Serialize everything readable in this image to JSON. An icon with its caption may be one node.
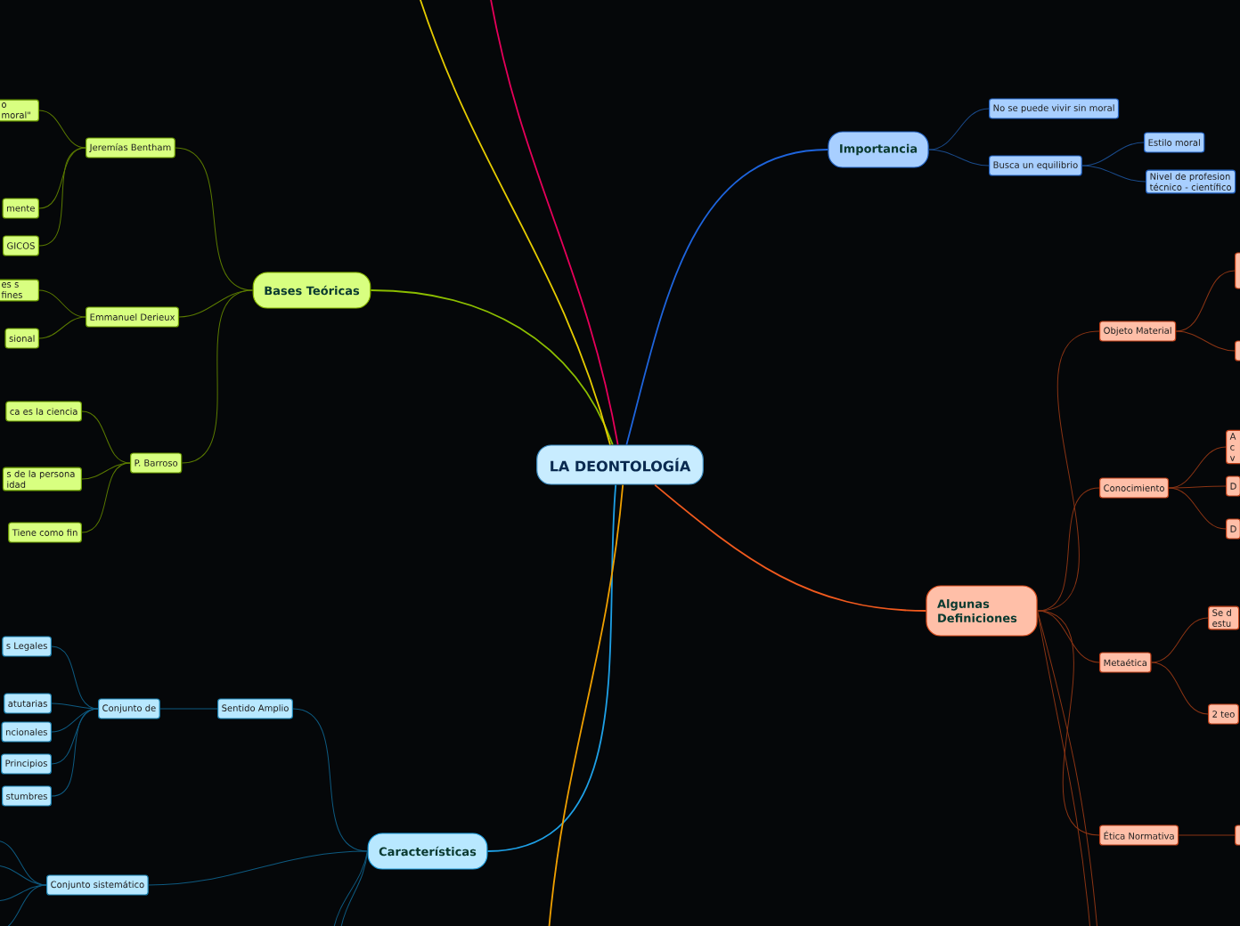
{
  "diagram": {
    "nodes": [
      {
        "text": [
          "LA DEONTOLOGÍA"
        ]
      },
      {
        "text": [
          "Importancia"
        ]
      },
      {
        "text": [
          "No se puede vivir sin moral"
        ]
      },
      {
        "text": [
          "Busca un equilibrio"
        ]
      },
      {
        "text": [
          "Estilo moral"
        ]
      },
      {
        "text": [
          "Nivel de profesion técnico - científico"
        ]
      },
      {
        "text": [
          "Algunas Definiciones"
        ]
      },
      {
        "text": [
          "Objeto Material"
        ]
      },
      {
        "text": [],
        "shape": "box"
      },
      {
        "text": [],
        "shape": "box"
      },
      {
        "text": [
          "Conocimiento"
        ]
      },
      {
        "text": [
          "A c v"
        ]
      },
      {
        "text": [
          "D"
        ]
      },
      {
        "text": [
          "D"
        ]
      },
      {
        "text": [
          "Metaética"
        ]
      },
      {
        "text": [
          "Se d estu"
        ]
      },
      {
        "text": [
          "2 teo"
        ]
      },
      {
        "text": [
          "Ética Normativa"
        ]
      },
      {
        "text": [],
        "shape": "box"
      },
      {
        "text": [
          "Bases Teóricas"
        ]
      },
      {
        "text": [
          "Jeremías Bentham"
        ]
      },
      {
        "text": [
          "o moral\""
        ]
      },
      {
        "text": [
          "mente"
        ]
      },
      {
        "text": [
          "GICOS"
        ]
      },
      {
        "text": [
          "Emmanuel Derieux"
        ]
      },
      {
        "text": [
          "es s fines"
        ]
      },
      {
        "text": [
          "sional"
        ]
      },
      {
        "text": [
          "P. Barroso"
        ]
      },
      {
        "text": [
          "ca es la ciencia"
        ]
      },
      {
        "text": [
          "s de la persona idad"
        ]
      },
      {
        "text": [
          "Tiene como fin"
        ]
      },
      {
        "text": [
          "Características"
        ]
      },
      {
        "text": [
          "Sentido Amplio"
        ]
      },
      {
        "text": [
          "Conjunto de"
        ]
      },
      {
        "text": [
          "s Legales"
        ]
      },
      {
        "text": [
          "atutarias"
        ]
      },
      {
        "text": [
          "ncionales"
        ]
      },
      {
        "text": [
          "Principios"
        ]
      },
      {
        "text": [
          "stumbres"
        ]
      },
      {
        "text": [
          "Conjunto sistemático"
        ]
      }
    ],
    "edges": [
      {
        "from": 0,
        "to": 1,
        "arrow": "none",
        "color": "#1e64dc"
      },
      {
        "from": 0,
        "to": 6,
        "arrow": "none",
        "color": "#f05a1e"
      },
      {
        "from": 0,
        "to": 19,
        "arrow": "none",
        "color": "#8cbe00"
      },
      {
        "from": 0,
        "to": 31,
        "arrow": "none",
        "color": "#1ea0e6"
      },
      {
        "from": 0,
        "to": null,
        "arrow": "none",
        "color": "#e6cc00"
      },
      {
        "from": 0,
        "to": null,
        "arrow": "none",
        "color": "#e6005a"
      },
      {
        "from": 0,
        "to": null,
        "arrow": "none",
        "color": "#f0a000"
      },
      {
        "from": 1,
        "to": 2,
        "arrow": "none",
        "color": "#1a4a8a"
      },
      {
        "from": 1,
        "to": 3,
        "arrow": "none",
        "color": "#1a4a8a"
      },
      {
        "from": 3,
        "to": 4,
        "arrow": "none",
        "color": "#1a4a8a"
      },
      {
        "from": 3,
        "to": 5,
        "arrow": "none",
        "color": "#1a4a8a"
      },
      {
        "from": 6,
        "to": 7,
        "arrow": "none",
        "color": "#8a3414"
      },
      {
        "from": 6,
        "to": 10,
        "arrow": "none",
        "color": "#8a3414"
      },
      {
        "from": 6,
        "to": 14,
        "arrow": "none",
        "color": "#8a3414"
      },
      {
        "from": 6,
        "to": 17,
        "arrow": "none",
        "color": "#8a3414"
      },
      {
        "from": 6,
        "to": null,
        "arrow": "none",
        "color": "#8a3414"
      },
      {
        "from": 6,
        "to": null,
        "arrow": "none",
        "color": "#8a3414"
      },
      {
        "from": 7,
        "to": 8,
        "arrow": "none",
        "color": "#8a3414"
      },
      {
        "from": 7,
        "to": 9,
        "arrow": "none",
        "color": "#8a3414"
      },
      {
        "from": 10,
        "to": 11,
        "arrow": "none",
        "color": "#8a3414"
      },
      {
        "from": 10,
        "to": 12,
        "arrow": "none",
        "color": "#8a3414"
      },
      {
        "from": 10,
        "to": 13,
        "arrow": "none",
        "color": "#8a3414"
      },
      {
        "from": 14,
        "to": 15,
        "arrow": "none",
        "color": "#8a3414"
      },
      {
        "from": 14,
        "to": 16,
        "arrow": "none",
        "color": "#8a3414"
      },
      {
        "from": 17,
        "to": 18,
        "arrow": "none",
        "color": "#8a3414"
      },
      {
        "from": 19,
        "to": 20,
        "arrow": "none",
        "color": "#5a7a00"
      },
      {
        "from": 19,
        "to": 24,
        "arrow": "none",
        "color": "#5a7a00"
      },
      {
        "from": 19,
        "to": 27,
        "arrow": "none",
        "color": "#5a7a00"
      },
      {
        "from": 20,
        "to": 21,
        "arrow": "none",
        "color": "#5a7a00"
      },
      {
        "from": 20,
        "to": 22,
        "arrow": "none",
        "color": "#5a7a00"
      },
      {
        "from": 20,
        "to": 23,
        "arrow": "none",
        "color": "#5a7a00"
      },
      {
        "from": 24,
        "to": 25,
        "arrow": "none",
        "color": "#5a7a00"
      },
      {
        "from": 24,
        "to": 26,
        "arrow": "none",
        "color": "#5a7a00"
      },
      {
        "from": 27,
        "to": 28,
        "arrow": "none",
        "color": "#5a7a00"
      },
      {
        "from": 27,
        "to": 29,
        "arrow": "none",
        "color": "#5a7a00"
      },
      {
        "from": 27,
        "to": 30,
        "arrow": "none",
        "color": "#5a7a00"
      },
      {
        "from": 31,
        "to": 32,
        "arrow": "none",
        "color": "#0e5a80"
      },
      {
        "from": 31,
        "to": 39,
        "arrow": "none",
        "color": "#0e5a80"
      },
      {
        "from": 31,
        "to": null,
        "arrow": "none",
        "color": "#0e5a80"
      },
      {
        "from": 31,
        "to": null,
        "arrow": "none",
        "color": "#0e5a80"
      },
      {
        "from": 32,
        "to": 33,
        "arrow": "none",
        "color": "#0e5a80"
      },
      {
        "from": 33,
        "to": 34,
        "arrow": "none",
        "color": "#0e5a80"
      },
      {
        "from": 33,
        "to": 35,
        "arrow": "none",
        "color": "#0e5a80"
      },
      {
        "from": 33,
        "to": 36,
        "arrow": "none",
        "color": "#0e5a80"
      },
      {
        "from": 33,
        "to": 37,
        "arrow": "none",
        "color": "#0e5a80"
      },
      {
        "from": 33,
        "to": 38,
        "arrow": "none",
        "color": "#0e5a80"
      },
      {
        "from": 39,
        "to": null,
        "arrow": "none",
        "color": "#0e5a80"
      },
      {
        "from": 39,
        "to": null,
        "arrow": "none",
        "color": "#0e5a80"
      },
      {
        "from": 39,
        "to": null,
        "arrow": "none",
        "color": "#0e5a80"
      },
      {
        "from": 39,
        "to": null,
        "arrow": "none",
        "color": "#0e5a80"
      }
    ]
  }
}
